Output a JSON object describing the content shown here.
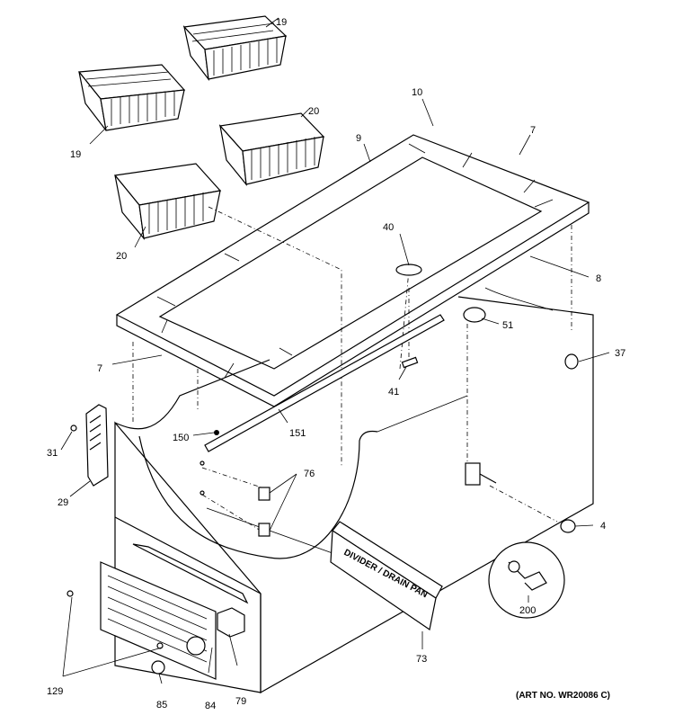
{
  "diagram": {
    "art_number": "(ART NO. WR20086 C)",
    "divider_label": "DIVIDER / DRAIN PAN",
    "callouts": {
      "p19a": "19",
      "p19b": "19",
      "p20a": "20",
      "p20b": "20",
      "p10": "10",
      "p9": "9",
      "p7a": "7",
      "p7b": "7",
      "p8": "8",
      "p40": "40",
      "p51": "51",
      "p37": "37",
      "p41": "41",
      "p151": "151",
      "p150": "150",
      "p31": "31",
      "p29": "29",
      "p76": "76",
      "p4": "4",
      "p200": "200",
      "p73": "73",
      "p129": "129",
      "p85": "85",
      "p84": "84",
      "p79": "79"
    }
  }
}
